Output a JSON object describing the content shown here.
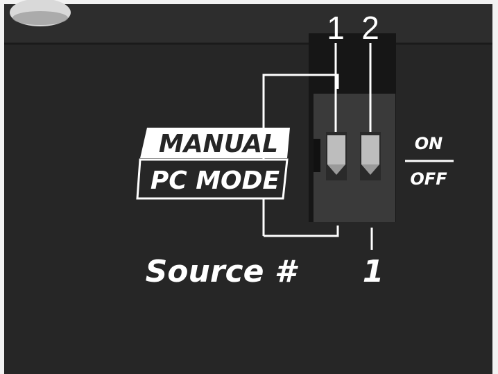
{
  "panel": {
    "mode_labels": {
      "manual": "MANUAL",
      "pc_mode": "PC MODE"
    },
    "switch_numbers": [
      "1",
      "2"
    ],
    "on_label": "ON",
    "off_label": "OFF",
    "source_label": "Source #",
    "source_value": "1"
  },
  "colors": {
    "panel": "#262626",
    "panel_edge": "#1b1b1b",
    "switch_body": "#3a3a3a",
    "toggle": "#bdbdbd",
    "text": "#ffffff",
    "manual_bg": "#ffffff",
    "manual_text": "#262626"
  },
  "switches": [
    {
      "number": "1",
      "position": "on"
    },
    {
      "number": "2",
      "position": "on"
    }
  ]
}
